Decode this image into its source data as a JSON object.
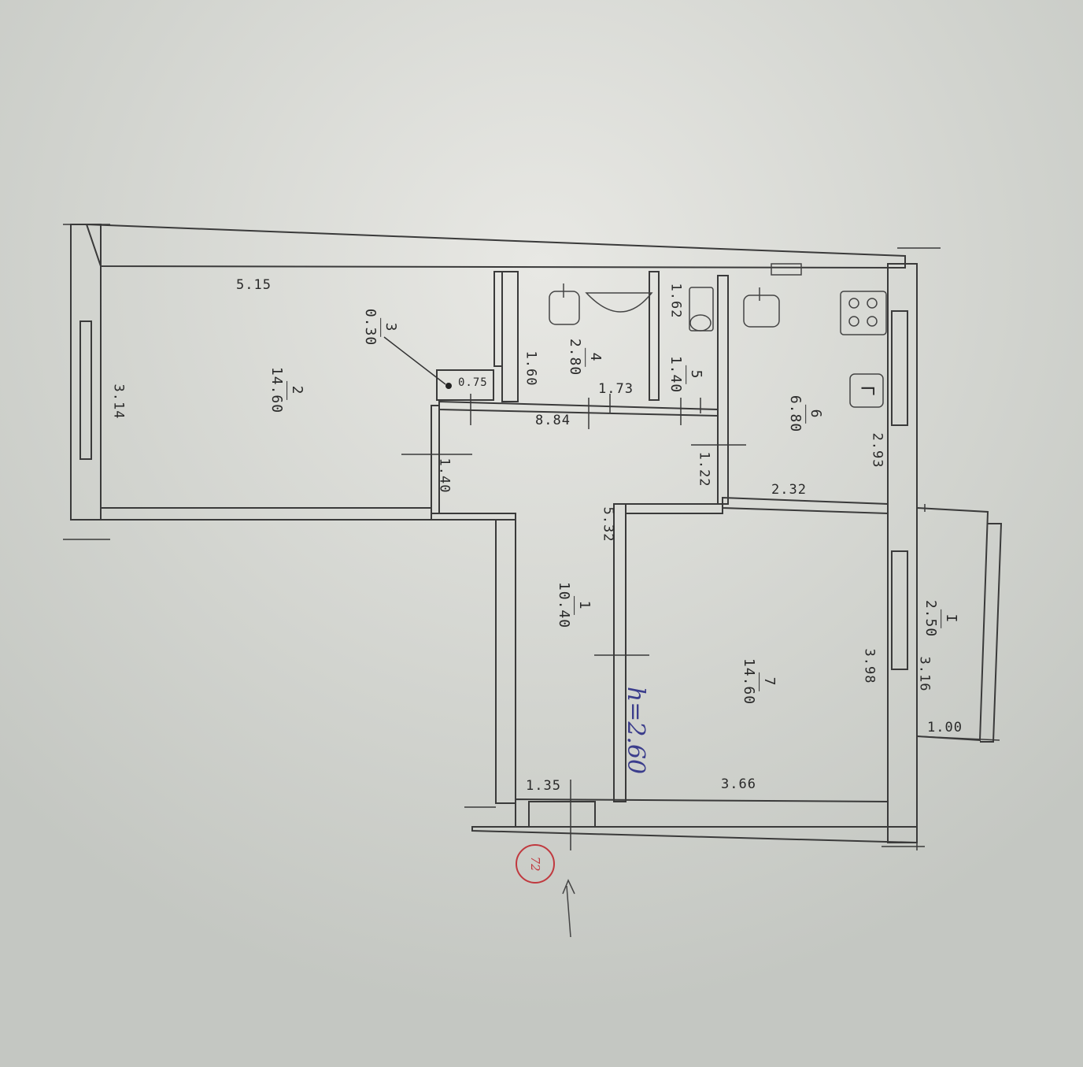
{
  "rooms": [
    {
      "id": "room-2",
      "number": "2",
      "area": "14.60"
    },
    {
      "id": "room-3",
      "number": "3",
      "area": "0.30"
    },
    {
      "id": "room-4",
      "number": "4",
      "area": "2.80"
    },
    {
      "id": "room-5",
      "number": "5",
      "area": "1.40"
    },
    {
      "id": "room-6",
      "number": "6",
      "area": "6.80"
    },
    {
      "id": "room-1",
      "number": "1",
      "area": "10.40"
    },
    {
      "id": "room-7",
      "number": "7",
      "area": "14.60"
    },
    {
      "id": "balcony",
      "number": "I",
      "area": "2.50"
    }
  ],
  "dimensions": {
    "d_515": "5.15",
    "d_314": "3.14",
    "d_075": "0.75",
    "d_140a": "1.40",
    "d_160": "1.60",
    "d_173": "1.73",
    "d_884": "8.84",
    "d_162": "1.62",
    "d_122": "1.22",
    "d_232": "2.32",
    "d_293": "2.93",
    "d_532": "5.32",
    "d_135": "1.35",
    "d_366": "3.66",
    "d_398": "3.98",
    "d_316": "3.16",
    "d_100": "1.00"
  },
  "height_note": "h=2.60",
  "stamp": "72",
  "stove_symbol": "Г"
}
